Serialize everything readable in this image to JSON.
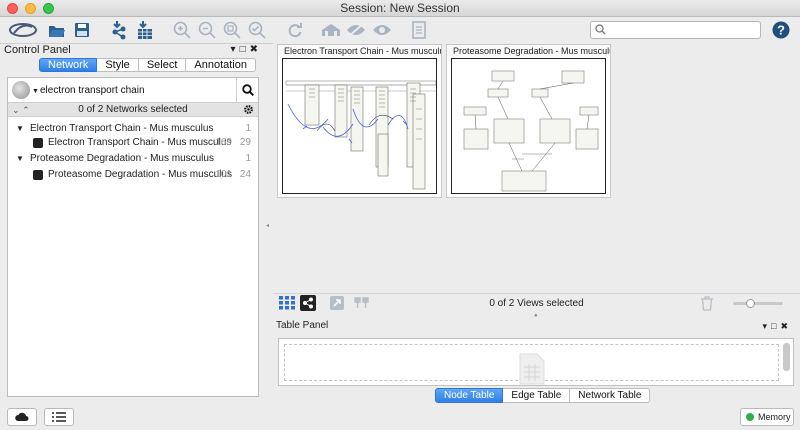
{
  "window": {
    "title": "Session: New Session"
  },
  "toolbar": {
    "search": {
      "value": "",
      "placeholder": ""
    },
    "buttons": [
      "cytoscape-logo-icon",
      "open-folder-icon",
      "save-icon",
      "import-network-icon",
      "import-table-icon",
      "zoom-in-icon",
      "zoom-out-icon",
      "zoom-fit-icon",
      "zoom-selected-icon",
      "refresh-icon",
      "home-icon",
      "hide-icon",
      "show-icon",
      "export-icon",
      "help-icon"
    ]
  },
  "control_panel": {
    "title": "Control Panel",
    "tabs": [
      {
        "label": "Network",
        "active": true
      },
      {
        "label": "Style",
        "active": false
      },
      {
        "label": "Select",
        "active": false
      },
      {
        "label": "Annotation",
        "active": false
      }
    ],
    "search": {
      "value": "electron transport chain"
    },
    "selection_status": "0 of 2 Networks selected",
    "collections": [
      {
        "name": "Electron Transport Chain - Mus musculus",
        "count": "1",
        "networks": [
          {
            "name": "Electron Transport Chain - Mus musculus",
            "nodes": "169",
            "edges": "29"
          }
        ]
      },
      {
        "name": "Proteasome Degradation - Mus musculus",
        "count": "1",
        "networks": [
          {
            "name": "Proteasome Degradation - Mus musculus",
            "nodes": "101",
            "edges": "24"
          }
        ]
      }
    ]
  },
  "network_views": {
    "thumbnails": [
      {
        "title": "Electron Transport Chain - Mus musculu"
      },
      {
        "title": "Proteasome Degradation - Mus musculu"
      }
    ],
    "status": "0 of 2 Views selected"
  },
  "table_panel": {
    "title": "Table Panel",
    "tabs": [
      {
        "label": "Node Table",
        "active": true
      },
      {
        "label": "Edge Table",
        "active": false
      },
      {
        "label": "Network Table",
        "active": false
      }
    ]
  },
  "status_bar": {
    "memory_label": "Memory"
  },
  "colors": {
    "accent": "#2f7fe6",
    "memory_ok": "#2fae4a",
    "edge_blue": "#4a5fe0"
  }
}
